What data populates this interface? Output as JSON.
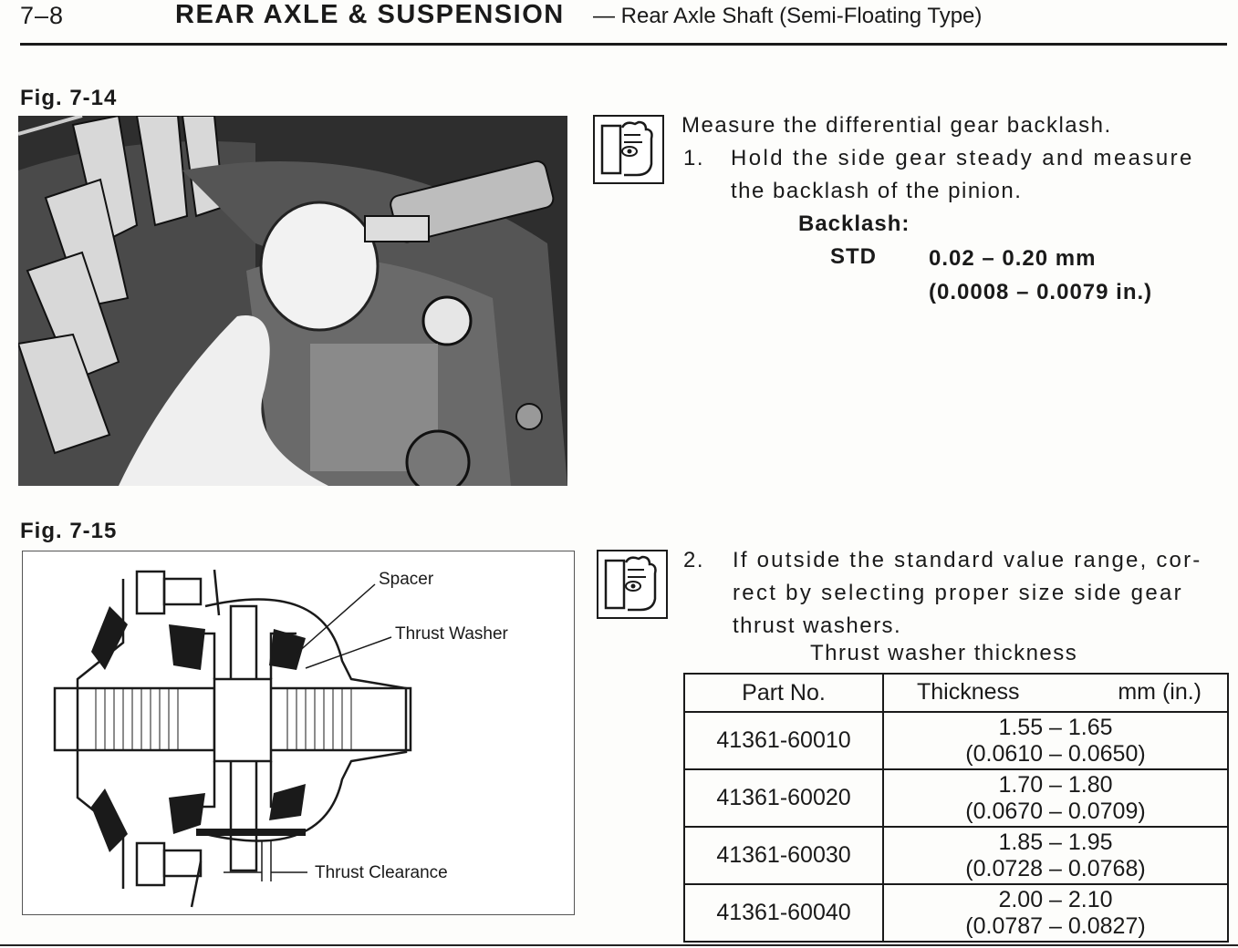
{
  "header": {
    "page_number": "7–8",
    "section_title": "REAR AXLE & SUSPENSION",
    "subtitle": "— Rear Axle Shaft (Semi-Floating Type)"
  },
  "figures": [
    {
      "label": "Fig. 7-14"
    },
    {
      "label": "Fig. 7-15",
      "callouts": [
        "Spacer",
        "Thrust Washer",
        "Thrust Clearance"
      ]
    }
  ],
  "step1": {
    "intro": "Measure the differential gear backlash.",
    "number": "1.",
    "line1": "Hold the side gear steady and measure",
    "line2": "the backlash of the pinion.",
    "spec_heading": "Backlash:",
    "spec_label": "STD",
    "spec_value_mm": "0.02 – 0.20 mm",
    "spec_value_in": "(0.0008 – 0.0079 in.)"
  },
  "step2": {
    "number": "2.",
    "line1": "If outside the standard value range, cor-",
    "line2": "rect by selecting proper size side gear",
    "line3": "thrust washers.",
    "table_caption": "Thrust washer thickness"
  },
  "table": {
    "col_part": "Part No.",
    "col_thickness": "Thickness",
    "col_unit": "mm (in.)",
    "rows": [
      {
        "part": "41361-60010",
        "mm": "1.55 – 1.65",
        "in": "(0.0610 – 0.0650)"
      },
      {
        "part": "41361-60020",
        "mm": "1.70 – 1.80",
        "in": "(0.0670 – 0.0709)"
      },
      {
        "part": "41361-60030",
        "mm": "1.85 – 1.95",
        "in": "(0.0728 – 0.0768)"
      },
      {
        "part": "41361-60040",
        "mm": "2.00 – 2.10",
        "in": "(0.0787 – 0.0827)"
      }
    ]
  },
  "icons": [
    "inspection-hand-icon",
    "inspection-hand-icon"
  ]
}
